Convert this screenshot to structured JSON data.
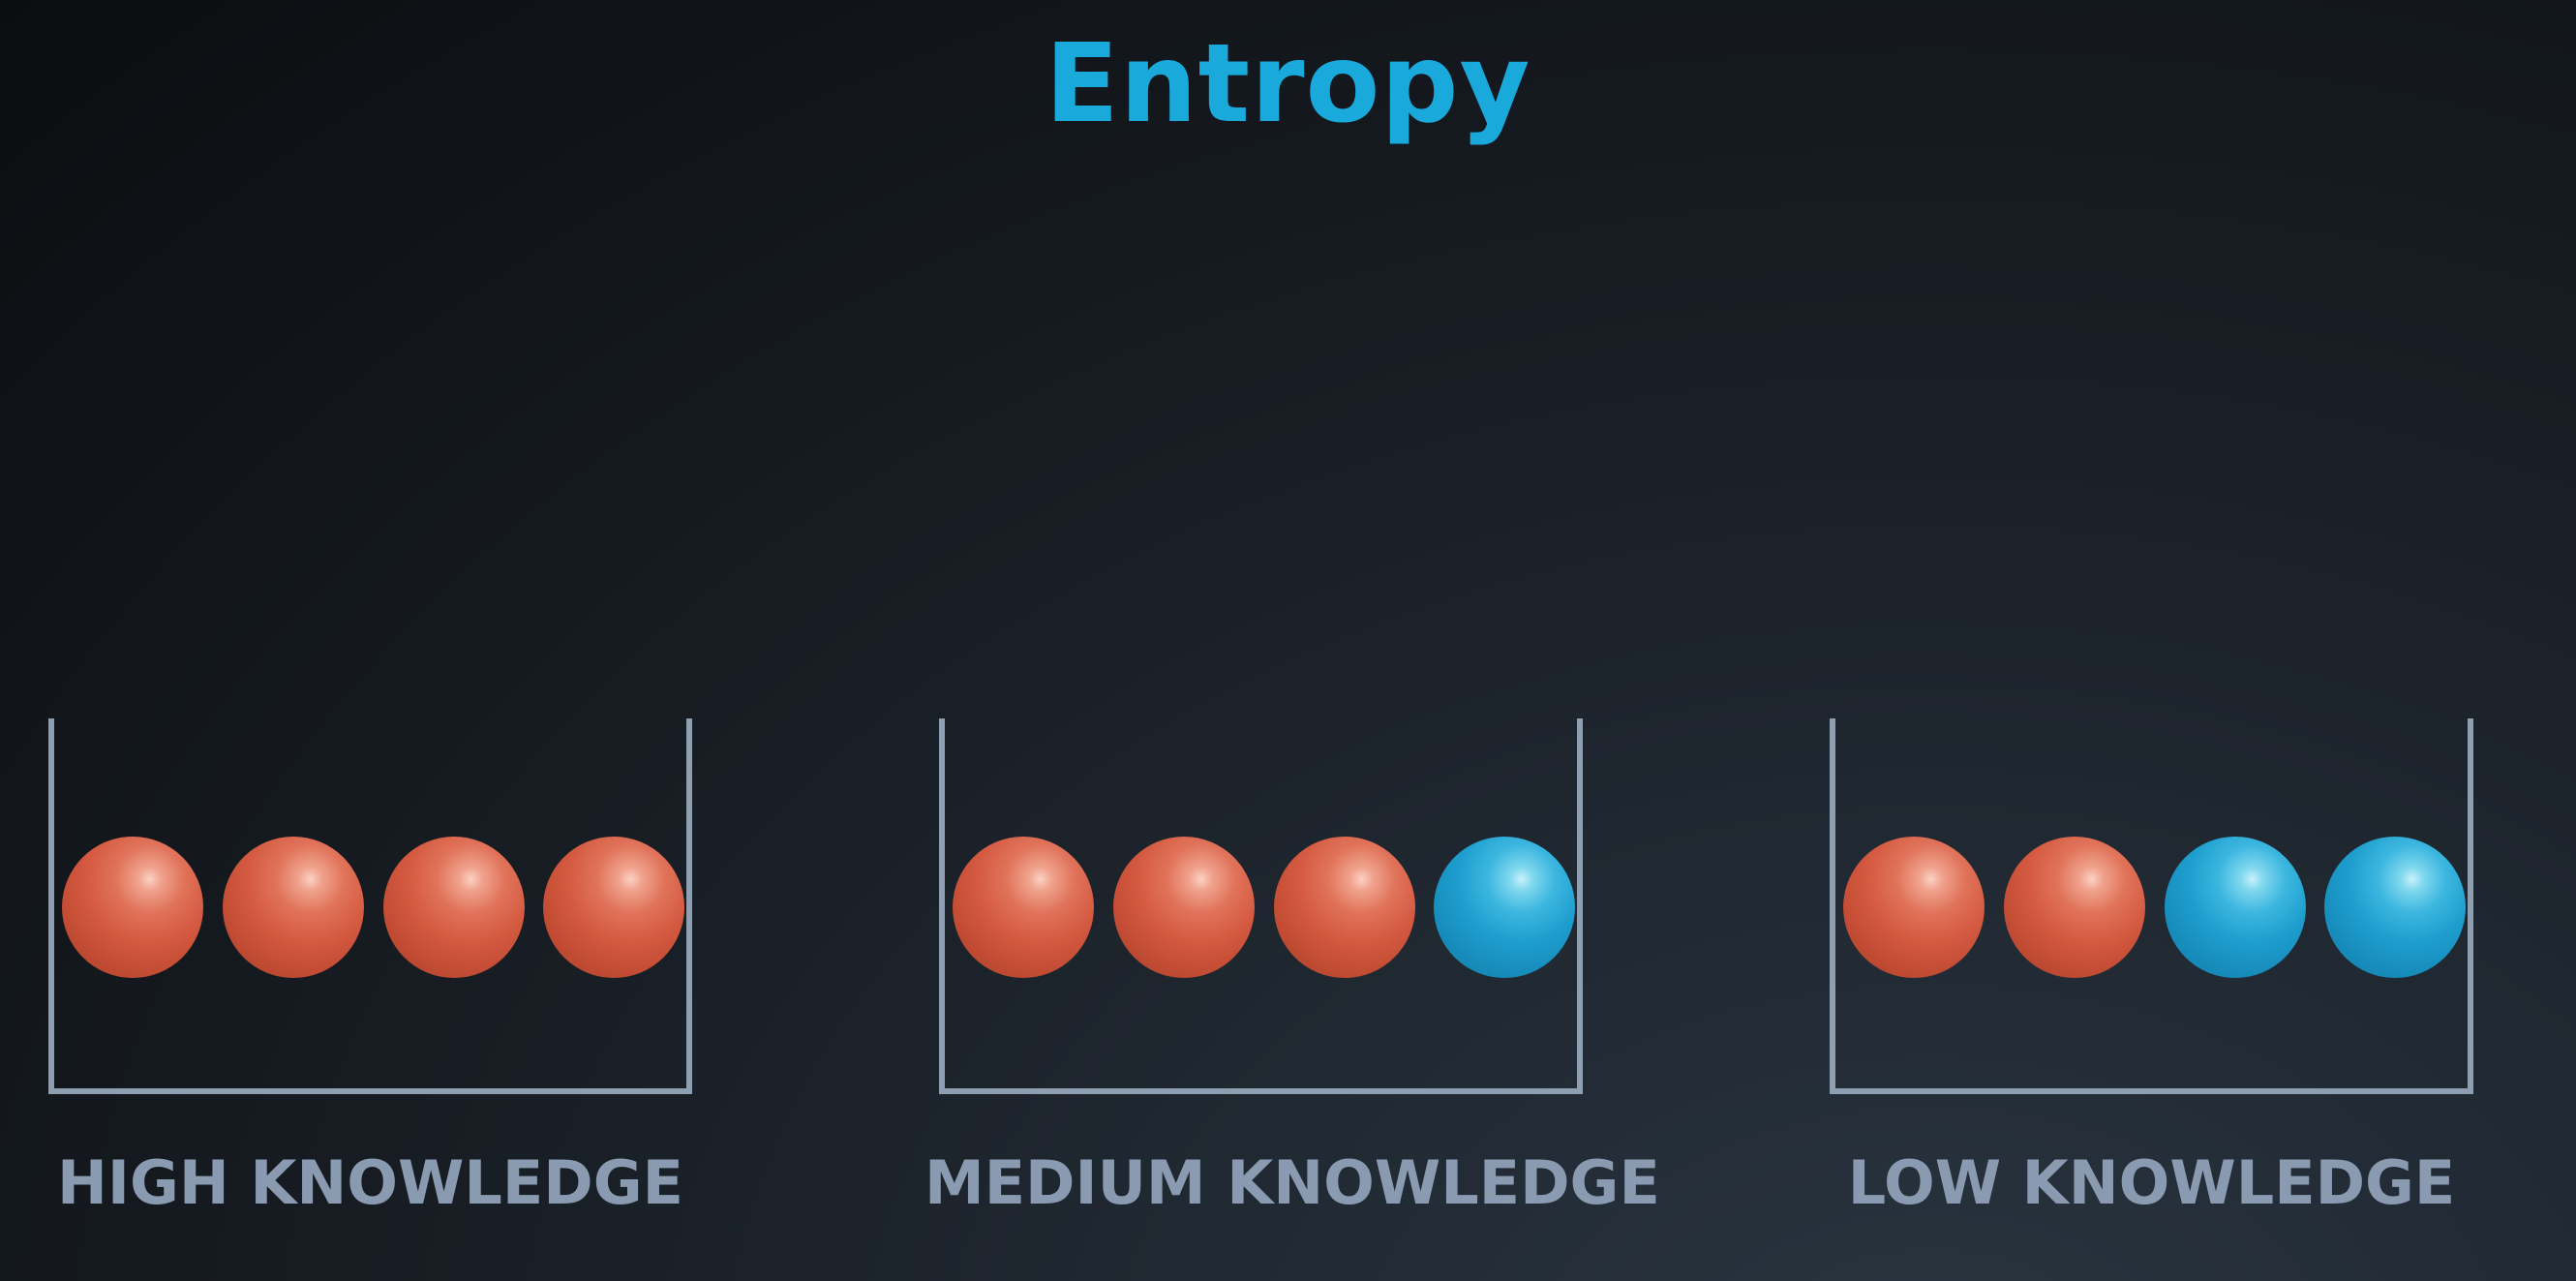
{
  "title": "Entropy",
  "colors": {
    "title": "#1aa9db",
    "red_ball": "#d45a40",
    "blue_ball": "#1e9ece",
    "bucket": "#8f9fb2",
    "label": "#8a9bb1"
  },
  "buckets": [
    {
      "label": "HIGH KNOWLEDGE",
      "balls": [
        "red",
        "red",
        "red",
        "red"
      ]
    },
    {
      "label": "MEDIUM KNOWLEDGE",
      "balls": [
        "red",
        "red",
        "red",
        "blue"
      ]
    },
    {
      "label": "LOW KNOWLEDGE",
      "balls": [
        "red",
        "red",
        "blue",
        "blue"
      ]
    }
  ]
}
